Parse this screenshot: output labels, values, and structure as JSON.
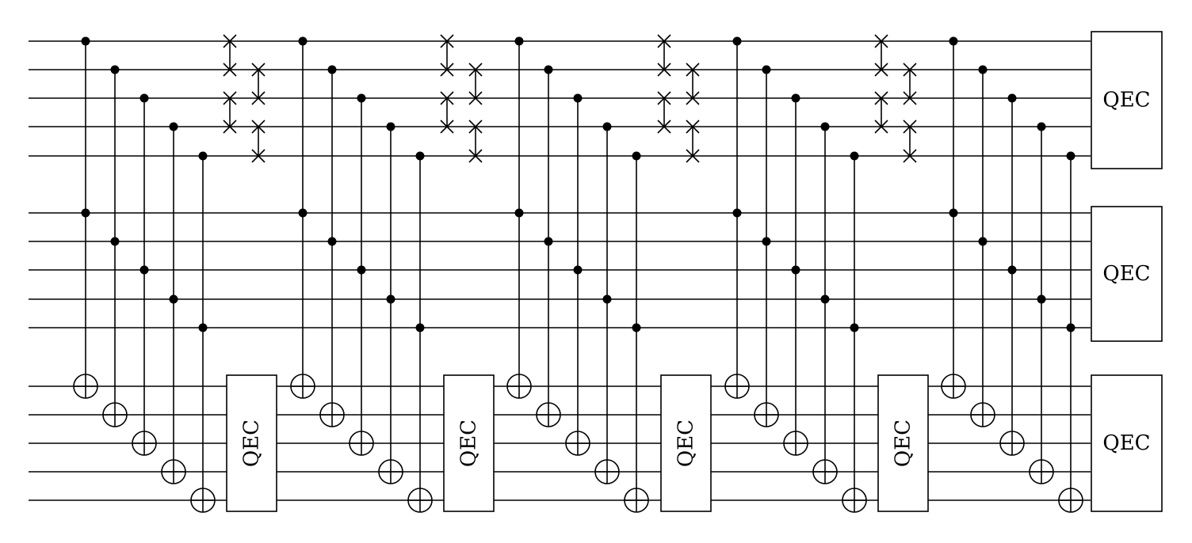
{
  "qec_box_label": "QEC",
  "colors": {
    "ink": "#000000",
    "background": "#ffffff"
  },
  "circuit": {
    "group_a_qubits": 5,
    "group_b_qubits": 5,
    "group_c_qubits": 5,
    "cnot_layers": 5,
    "swap_layers": 4,
    "cnot_pattern": "controls on group A and group B qubit i, target on group C qubit i",
    "swap_pattern": "swap pairs (1,2),(3,4) then (2,3),(4,5) on group A",
    "qec_blocks": [
      {
        "group": "C",
        "after_layer": 1,
        "orientation": "vertical"
      },
      {
        "group": "C",
        "after_layer": 2,
        "orientation": "vertical"
      },
      {
        "group": "C",
        "after_layer": 3,
        "orientation": "vertical"
      },
      {
        "group": "C",
        "after_layer": 4,
        "orientation": "vertical"
      },
      {
        "group": "A",
        "after_layer": 5,
        "orientation": "horizontal"
      },
      {
        "group": "B",
        "after_layer": 5,
        "orientation": "horizontal"
      },
      {
        "group": "C",
        "after_layer": 5,
        "orientation": "horizontal"
      }
    ]
  }
}
